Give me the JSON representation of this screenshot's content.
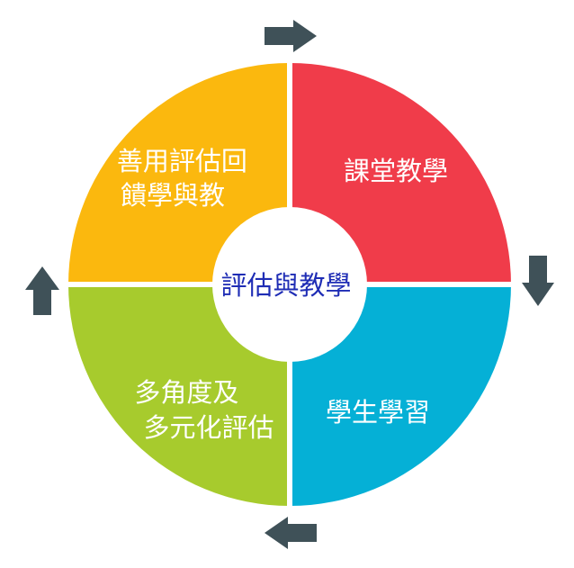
{
  "center": {
    "label": "評估與教學",
    "color": "#1f2db5",
    "fill": "#ffffff"
  },
  "quadrants": [
    {
      "id": "top-right",
      "lines": [
        "課堂教學"
      ],
      "color": "#f03c4a",
      "text_color": "#ffffff"
    },
    {
      "id": "bottom-right",
      "lines": [
        "學生學習"
      ],
      "color": "#05b0d6",
      "text_color": "#ffffff"
    },
    {
      "id": "bottom-left",
      "lines": [
        "多角度及",
        "多元化評估"
      ],
      "color": "#a7cb2d",
      "text_color": "#ffffff"
    },
    {
      "id": "top-left",
      "lines": [
        "善用評估回",
        "饋學與教"
      ],
      "color": "#fbb80e",
      "text_color": "#ffffff"
    }
  ],
  "arrows": [
    {
      "position": "top",
      "direction": "right",
      "icon": "arrow-right-icon"
    },
    {
      "position": "right",
      "direction": "down",
      "icon": "arrow-down-icon"
    },
    {
      "position": "bottom",
      "direction": "left",
      "icon": "arrow-left-icon"
    },
    {
      "position": "left",
      "direction": "up",
      "icon": "arrow-up-icon"
    }
  ],
  "colors": {
    "arrow": "#3f5158",
    "divider": "#ffffff"
  }
}
